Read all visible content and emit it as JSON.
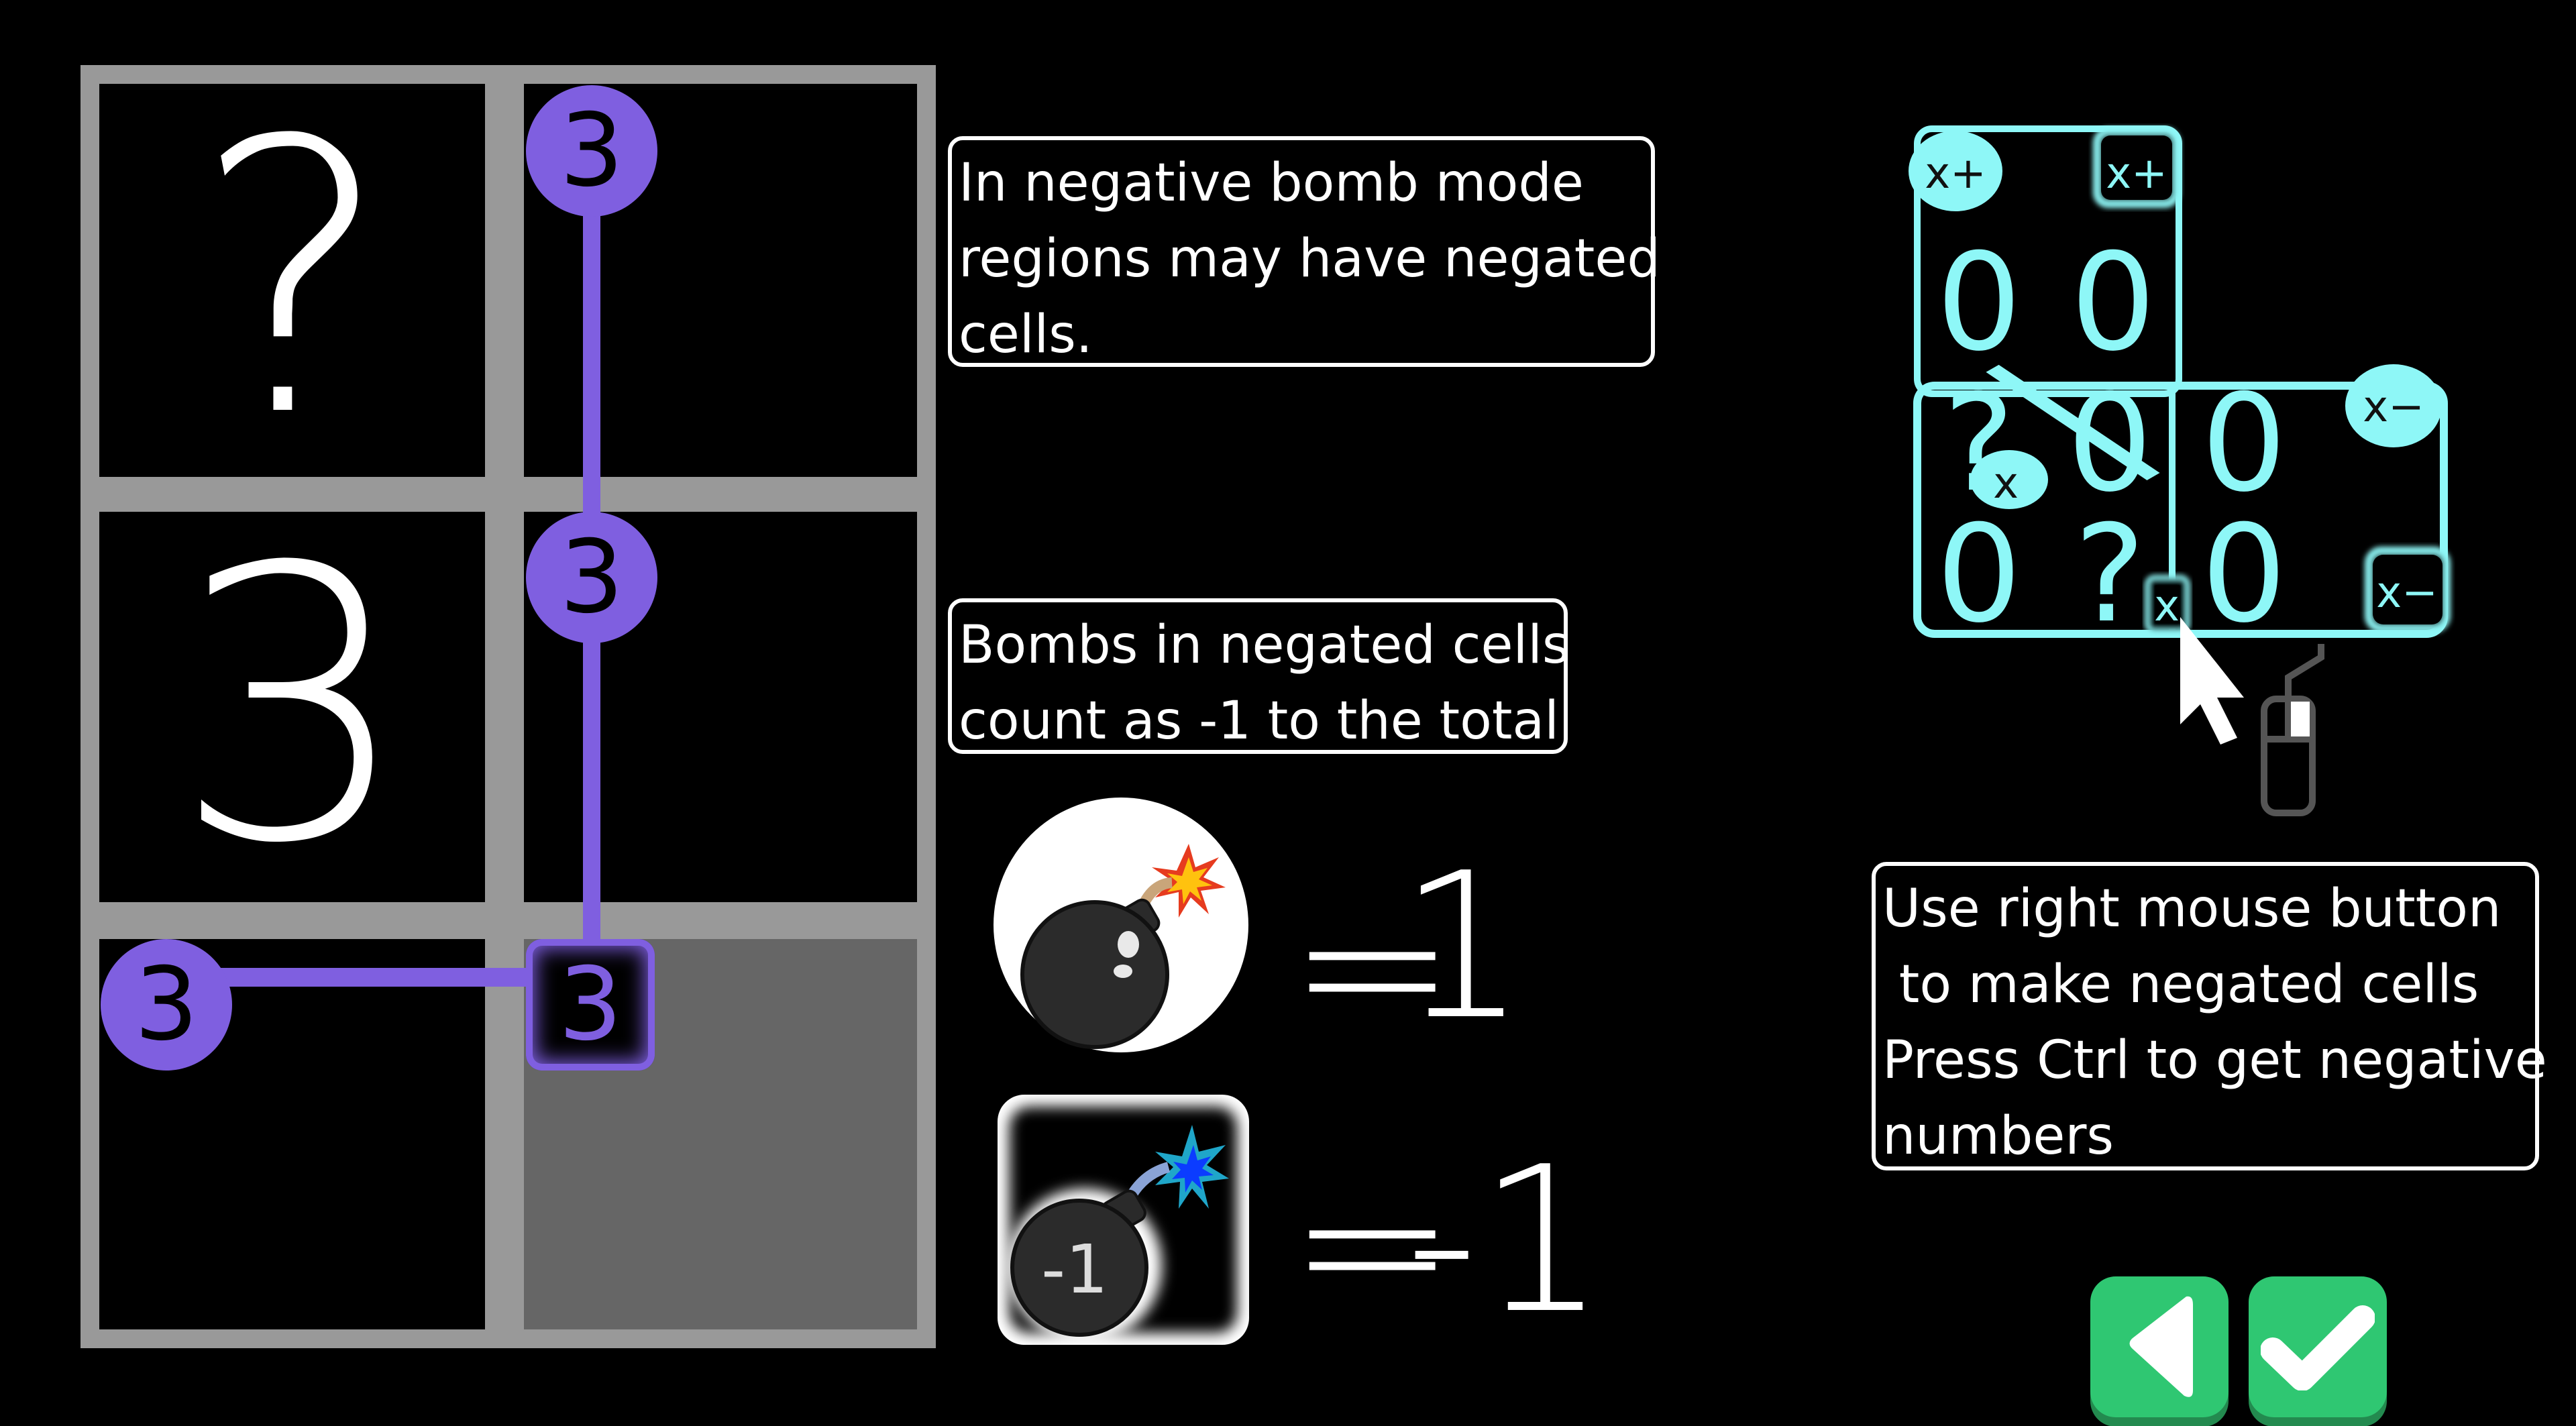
{
  "grid": {
    "cells": [
      {
        "row": 0,
        "col": 0,
        "value": "?",
        "state": "unknown"
      },
      {
        "row": 0,
        "col": 1,
        "value": "",
        "state": "empty"
      },
      {
        "row": 1,
        "col": 0,
        "value": "3",
        "state": "revealed"
      },
      {
        "row": 1,
        "col": 1,
        "value": "",
        "state": "empty"
      },
      {
        "row": 2,
        "col": 0,
        "value": "",
        "state": "empty"
      },
      {
        "row": 2,
        "col": 1,
        "value": "",
        "state": "shaded"
      }
    ],
    "region_nodes": [
      {
        "label": "3",
        "shape": "oval"
      },
      {
        "label": "3",
        "shape": "oval"
      },
      {
        "label": "3",
        "shape": "oval"
      },
      {
        "label": "3",
        "shape": "square"
      }
    ],
    "region_color": "#7f5fe0"
  },
  "info_boxes": {
    "negated_regions": "In negative bomb mode\nregions may have negated\ncells.",
    "bomb_count": "Bombs in negated cells\ncount as -1 to the total",
    "controls": "Use right mouse button\n to make negated cells\nPress Ctrl to get negative\nnumbers"
  },
  "legend": {
    "normal_bomb": {
      "icon": "bomb-icon",
      "equals": "=",
      "value": "1"
    },
    "negated_bomb": {
      "icon": "negated-bomb-icon",
      "badge": "-1",
      "equals": "=",
      "value": "-1"
    }
  },
  "example_diagram": {
    "color": "#8ef7f7",
    "top_region": {
      "labels": [
        "x+",
        "x+"
      ],
      "cells": [
        "0",
        "0"
      ]
    },
    "bottom_region": {
      "labels": [
        "x−",
        "x−"
      ],
      "cells": [
        "?",
        "0",
        "0",
        "0",
        "?",
        "0"
      ]
    },
    "link_labels": [
      "x",
      "x"
    ]
  },
  "buttons": {
    "back": {
      "icon": "back-triangle-icon",
      "color": "#2fc772"
    },
    "confirm": {
      "icon": "checkmark-icon",
      "color": "#2fc772"
    }
  }
}
